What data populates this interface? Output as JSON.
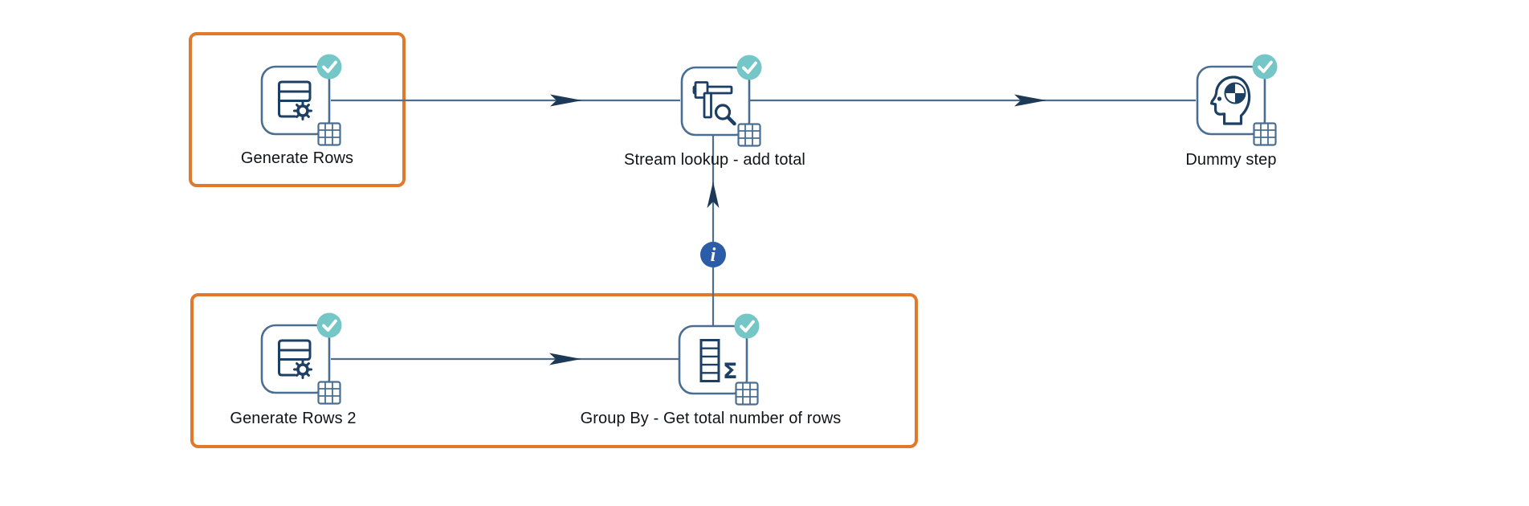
{
  "diagram": {
    "kind": "pipeline-canvas",
    "steps": [
      {
        "name": "generate-rows",
        "label": "Generate Rows",
        "status": "success",
        "icon": "data-grid-gear-icon"
      },
      {
        "name": "stream-lookup",
        "label": "Stream lookup - add total",
        "status": "success",
        "icon": "lookup-magnifier-icon"
      },
      {
        "name": "dummy-step",
        "label": "Dummy step",
        "status": "success",
        "icon": "dummy-head-icon"
      },
      {
        "name": "generate-rows-2",
        "label": "Generate Rows 2",
        "status": "success",
        "icon": "data-grid-gear-icon"
      },
      {
        "name": "group-by",
        "label": "Group By - Get total number of rows",
        "status": "success",
        "icon": "column-sigma-icon"
      }
    ],
    "hops": [
      {
        "from": "generate-rows",
        "to": "stream-lookup",
        "type": "data"
      },
      {
        "from": "stream-lookup",
        "to": "dummy-step",
        "type": "data"
      },
      {
        "from": "generate-rows-2",
        "to": "group-by",
        "type": "data"
      },
      {
        "from": "group-by",
        "to": "stream-lookup",
        "type": "info"
      }
    ],
    "highlights": [
      {
        "name": "highlight-box-top",
        "contains": [
          "generate-rows"
        ]
      },
      {
        "name": "highlight-box-bottom",
        "contains": [
          "generate-rows-2",
          "group-by"
        ]
      }
    ],
    "icons": {
      "info_glyph": "i",
      "sigma_glyph": "Σ"
    },
    "colors": {
      "background": "#ffffff",
      "node_outline": "#4a6e92",
      "glyph": "#1c3f63",
      "hop_line": "#4e6e8d",
      "arrow": "#1c3a58",
      "check_badge": "#74c6c7",
      "info_badge": "#2a5ca8",
      "highlight": "#e0792c",
      "label_text": "#101418"
    }
  }
}
